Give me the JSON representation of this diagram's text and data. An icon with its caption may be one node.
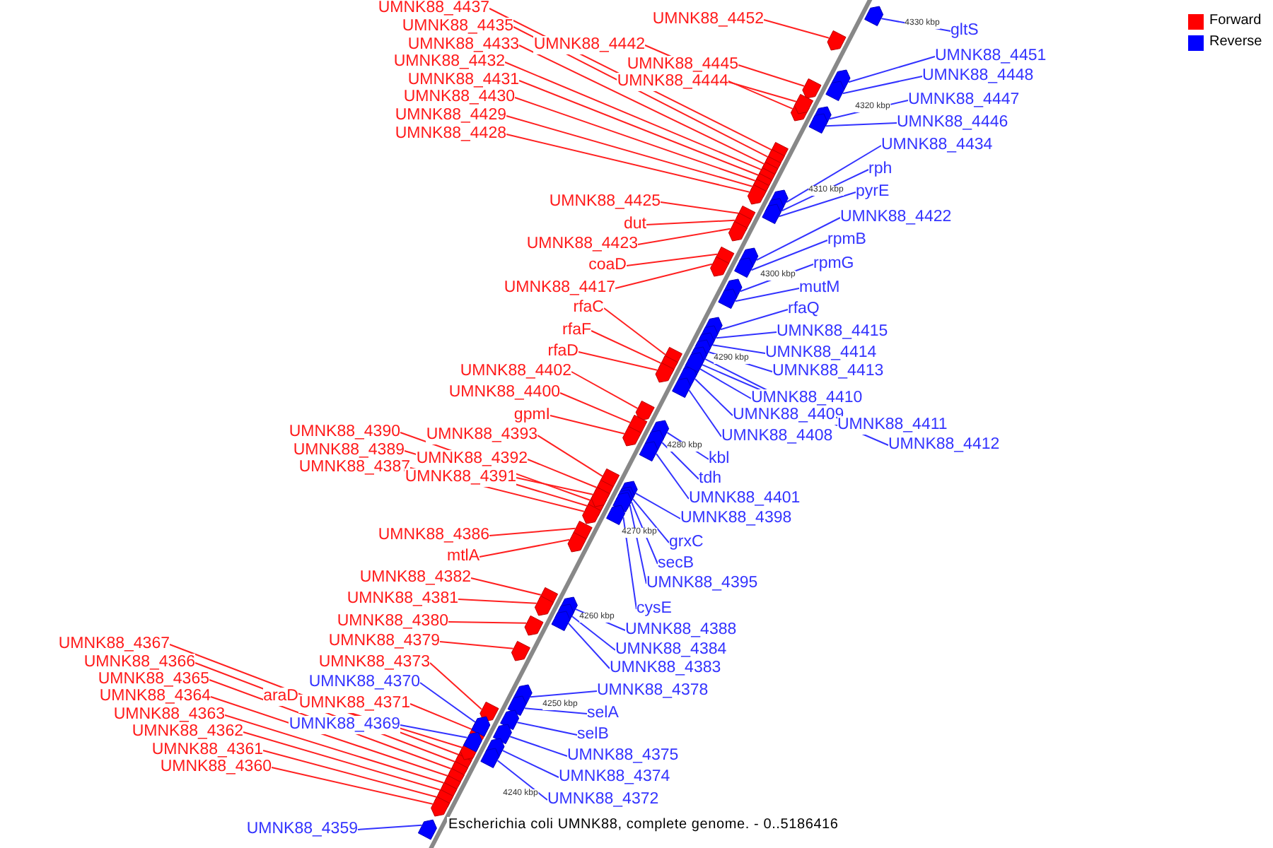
{
  "diagram": {
    "caption": "Escherichia coli UMNK88, complete genome. - 0..5186416",
    "nodes": [
      {
        "text": [
          "UMNK88_4437"
        ]
      },
      {
        "text": [
          "UMNK88_4435"
        ]
      },
      {
        "text": [
          "UMNK88_4433"
        ]
      },
      {
        "text": [
          "UMNK88_4432"
        ]
      },
      {
        "text": [
          "UMNK88_4431"
        ]
      },
      {
        "text": [
          "UMNK88_4430"
        ]
      },
      {
        "text": [
          "UMNK88_4429"
        ]
      },
      {
        "text": [
          "UMNK88_4428"
        ]
      },
      {
        "text": [
          "UMNK88_4442"
        ]
      },
      {
        "text": [
          "UMNK88_4452"
        ]
      },
      {
        "text": [
          "UMNK88_4445"
        ]
      },
      {
        "text": [
          "UMNK88_4444"
        ]
      },
      {
        "text": [
          "UMNK88_4425"
        ]
      },
      {
        "text": [
          "dut"
        ]
      },
      {
        "text": [
          "UMNK88_4423"
        ]
      },
      {
        "text": [
          "coaD"
        ]
      },
      {
        "text": [
          "UMNK88_4417"
        ]
      },
      {
        "text": [
          "rfaC"
        ]
      },
      {
        "text": [
          "rfaF"
        ]
      },
      {
        "text": [
          "rfaD"
        ]
      },
      {
        "text": [
          "UMNK88_4402"
        ]
      },
      {
        "text": [
          "UMNK88_4400"
        ]
      },
      {
        "text": [
          "gpmI"
        ]
      },
      {
        "text": [
          "UMNK88_4390"
        ]
      },
      {
        "text": [
          "UMNK88_4393"
        ]
      },
      {
        "text": [
          "UMNK88_4389"
        ]
      },
      {
        "text": [
          "UMNK88_4392"
        ]
      },
      {
        "text": [
          "UMNK88_4387"
        ]
      },
      {
        "text": [
          "UMNK88_4391"
        ]
      },
      {
        "text": [
          "UMNK88_4386"
        ]
      },
      {
        "text": [
          "mtlA"
        ]
      },
      {
        "text": [
          "UMNK88_4382"
        ]
      },
      {
        "text": [
          "UMNK88_4381"
        ]
      },
      {
        "text": [
          "UMNK88_4380"
        ]
      },
      {
        "text": [
          "UMNK88_4379"
        ]
      },
      {
        "text": [
          "UMNK88_4367"
        ]
      },
      {
        "text": [
          "UMNK88_4373"
        ]
      },
      {
        "text": [
          "UMNK88_4366"
        ]
      },
      {
        "text": [
          "UMNK88_4365"
        ]
      },
      {
        "text": [
          "UMNK88_4364"
        ]
      },
      {
        "text": [
          "araD"
        ]
      },
      {
        "text": [
          "UMNK88_4371"
        ]
      },
      {
        "text": [
          "UMNK88_4363"
        ]
      },
      {
        "text": [
          "UMNK88_4362"
        ]
      },
      {
        "text": [
          "UMNK88_4361"
        ]
      },
      {
        "text": [
          "UMNK88_4360"
        ]
      },
      {
        "text": [
          "UMNK88_4370"
        ]
      },
      {
        "text": [
          "UMNK88_4369"
        ]
      },
      {
        "text": [
          "UMNK88_4359"
        ]
      },
      {
        "text": [
          "gltS"
        ]
      },
      {
        "text": [
          "UMNK88_4451"
        ]
      },
      {
        "text": [
          "UMNK88_4448"
        ]
      },
      {
        "text": [
          "UMNK88_4447"
        ]
      },
      {
        "text": [
          "UMNK88_4446"
        ]
      },
      {
        "text": [
          "UMNK88_4434"
        ]
      },
      {
        "text": [
          "rph"
        ]
      },
      {
        "text": [
          "pyrE"
        ]
      },
      {
        "text": [
          "UMNK88_4422"
        ]
      },
      {
        "text": [
          "rpmB"
        ]
      },
      {
        "text": [
          "rpmG"
        ]
      },
      {
        "text": [
          "mutM"
        ]
      },
      {
        "text": [
          "rfaQ"
        ]
      },
      {
        "text": [
          "UMNK88_4415"
        ]
      },
      {
        "text": [
          "UMNK88_4414"
        ]
      },
      {
        "text": [
          "UMNK88_4413"
        ]
      },
      {
        "text": [
          "UMNK88_4410"
        ]
      },
      {
        "text": [
          "UMNK88_4409"
        ]
      },
      {
        "text": [
          "UMNK88_4411"
        ]
      },
      {
        "text": [
          "UMNK88_4412"
        ]
      },
      {
        "text": [
          "UMNK88_4408"
        ]
      },
      {
        "text": [
          "kbl"
        ]
      },
      {
        "text": [
          "tdh"
        ]
      },
      {
        "text": [
          "UMNK88_4401"
        ]
      },
      {
        "text": [
          "UMNK88_4398"
        ]
      },
      {
        "text": [
          "grxC"
        ]
      },
      {
        "text": [
          "secB"
        ]
      },
      {
        "text": [
          "UMNK88_4395"
        ]
      },
      {
        "text": [
          "cysE"
        ]
      },
      {
        "text": [
          "UMNK88_4388"
        ]
      },
      {
        "text": [
          "UMNK88_4384"
        ]
      },
      {
        "text": [
          "UMNK88_4383"
        ]
      },
      {
        "text": [
          "UMNK88_4378"
        ]
      },
      {
        "text": [
          "selA"
        ]
      },
      {
        "text": [
          "selB"
        ]
      },
      {
        "text": [
          "UMNK88_4375"
        ]
      },
      {
        "text": [
          "UMNK88_4374"
        ]
      },
      {
        "text": [
          "UMNK88_4372"
        ]
      },
      {
        "text": [],
        "shape": "arrow"
      },
      {
        "text": [],
        "shape": "arrow"
      },
      {
        "text": [],
        "shape": "arrow"
      },
      {
        "text": [],
        "shape": "arrow"
      },
      {
        "text": [],
        "shape": "arrow"
      },
      {
        "text": [],
        "shape": "arrow"
      },
      {
        "text": [],
        "shape": "arrow"
      },
      {
        "text": [],
        "shape": "arrow"
      },
      {
        "text": [],
        "shape": "arrow"
      },
      {
        "text": [],
        "shape": "arrow"
      },
      {
        "text": [],
        "shape": "arrow"
      },
      {
        "text": [],
        "shape": "arrow"
      },
      {
        "text": [],
        "shape": "arrow"
      },
      {
        "text": [],
        "shape": "arrow"
      },
      {
        "text": [],
        "shape": "arrow"
      },
      {
        "text": [],
        "shape": "arrow"
      },
      {
        "text": [],
        "shape": "arrow"
      },
      {
        "text": [],
        "shape": "arrow"
      },
      {
        "text": [],
        "shape": "arrow"
      },
      {
        "text": [],
        "shape": "arrow"
      },
      {
        "text": [],
        "shape": "arrow"
      },
      {
        "text": [],
        "shape": "arrow"
      },
      {
        "text": [],
        "shape": "arrow"
      },
      {
        "text": [],
        "shape": "arrow"
      },
      {
        "text": [],
        "shape": "arrow"
      },
      {
        "text": [],
        "shape": "arrow"
      },
      {
        "text": [],
        "shape": "arrow"
      },
      {
        "text": [],
        "shape": "arrow"
      },
      {
        "text": [],
        "shape": "arrow"
      },
      {
        "text": [],
        "shape": "arrow"
      },
      {
        "text": [],
        "shape": "arrow"
      },
      {
        "text": [],
        "shape": "arrow"
      },
      {
        "text": [],
        "shape": "arrow"
      },
      {
        "text": [],
        "shape": "arrow"
      },
      {
        "text": [],
        "shape": "arrow"
      },
      {
        "text": [],
        "shape": "arrow"
      },
      {
        "text": [],
        "shape": "arrow"
      },
      {
        "text": [],
        "shape": "arrow"
      },
      {
        "text": [],
        "shape": "arrow"
      },
      {
        "text": [],
        "shape": "arrow"
      },
      {
        "text": [],
        "shape": "arrow"
      },
      {
        "text": [],
        "shape": "arrow"
      },
      {
        "text": [],
        "shape": "arrow"
      },
      {
        "text": [],
        "shape": "arrow"
      },
      {
        "text": [],
        "shape": "arrow"
      },
      {
        "text": [],
        "shape": "arrow"
      },
      {
        "text": [],
        "shape": "arrow"
      },
      {
        "text": [],
        "shape": "arrow"
      },
      {
        "text": [],
        "shape": "arrow"
      },
      {
        "text": [],
        "shape": "arrow"
      },
      {
        "text": [],
        "shape": "arrow"
      },
      {
        "text": [],
        "shape": "arrow"
      },
      {
        "text": [],
        "shape": "arrow"
      },
      {
        "text": [],
        "shape": "arrow"
      },
      {
        "text": [],
        "shape": "arrow"
      },
      {
        "text": [],
        "shape": "arrow"
      },
      {
        "text": [],
        "shape": "arrow"
      },
      {
        "text": [],
        "shape": "arrow"
      },
      {
        "text": [],
        "shape": "arrow"
      },
      {
        "text": [],
        "shape": "arrow"
      },
      {
        "text": [],
        "shape": "arrow"
      },
      {
        "text": [],
        "shape": "arrow"
      },
      {
        "text": [],
        "shape": "arrow"
      },
      {
        "text": [],
        "shape": "arrow"
      },
      {
        "text": [],
        "shape": "arrow"
      },
      {
        "text": [],
        "shape": "arrow"
      },
      {
        "text": [],
        "shape": "arrow"
      },
      {
        "text": [],
        "shape": "arrow"
      },
      {
        "text": [],
        "shape": "arrow"
      },
      {
        "text": [],
        "shape": "arrow"
      },
      {
        "text": [],
        "shape": "arrow"
      },
      {
        "text": [],
        "shape": "arrow"
      },
      {
        "text": [],
        "shape": "arrow"
      },
      {
        "text": [],
        "shape": "arrow"
      },
      {
        "text": [],
        "shape": "arrow"
      },
      {
        "text": [],
        "shape": "arrow"
      },
      {
        "text": [],
        "shape": "arrow"
      },
      {
        "text": [],
        "shape": "arrow"
      },
      {
        "text": [],
        "shape": "arrow"
      },
      {
        "text": [],
        "shape": "arrow"
      },
      {
        "text": [],
        "shape": "arrow"
      },
      {
        "text": [],
        "shape": "arrow"
      },
      {
        "text": [],
        "shape": "arrow"
      },
      {
        "text": [],
        "shape": "arrow"
      },
      {
        "text": [],
        "shape": "arrow"
      },
      {
        "text": [],
        "shape": "arrow"
      },
      {
        "text": [],
        "shape": "arrow"
      }
    ],
    "edges": [
      {
        "from": 0,
        "to": 87,
        "arrow": "none"
      },
      {
        "from": 1,
        "to": 88,
        "arrow": "none"
      },
      {
        "from": 2,
        "to": 89,
        "arrow": "none"
      },
      {
        "from": 3,
        "to": 90,
        "arrow": "none"
      },
      {
        "from": 4,
        "to": 91,
        "arrow": "none"
      },
      {
        "from": 5,
        "to": 92,
        "arrow": "none"
      },
      {
        "from": 6,
        "to": 93,
        "arrow": "none"
      },
      {
        "from": 7,
        "to": 94,
        "arrow": "none"
      },
      {
        "from": 8,
        "to": 95,
        "arrow": "none"
      },
      {
        "from": 9,
        "to": 96,
        "arrow": "none"
      },
      {
        "from": 10,
        "to": 97,
        "arrow": "none"
      },
      {
        "from": 11,
        "to": 98,
        "arrow": "none"
      },
      {
        "from": 12,
        "to": 99,
        "arrow": "none"
      },
      {
        "from": 13,
        "to": 100,
        "arrow": "none"
      },
      {
        "from": 14,
        "to": 101,
        "arrow": "none"
      },
      {
        "from": 15,
        "to": 102,
        "arrow": "none"
      },
      {
        "from": 16,
        "to": 103,
        "arrow": "none"
      },
      {
        "from": 17,
        "to": 104,
        "arrow": "none"
      },
      {
        "from": 18,
        "to": 105,
        "arrow": "none"
      },
      {
        "from": 19,
        "to": 106,
        "arrow": "none"
      },
      {
        "from": 20,
        "to": 107,
        "arrow": "none"
      },
      {
        "from": 21,
        "to": 108,
        "arrow": "none"
      },
      {
        "from": 22,
        "to": 109,
        "arrow": "none"
      },
      {
        "from": 23,
        "to": 110,
        "arrow": "none"
      },
      {
        "from": 24,
        "to": 111,
        "arrow": "none"
      },
      {
        "from": 25,
        "to": 112,
        "arrow": "none"
      },
      {
        "from": 26,
        "to": 113,
        "arrow": "none"
      },
      {
        "from": 27,
        "to": 114,
        "arrow": "none"
      },
      {
        "from": 28,
        "to": 115,
        "arrow": "none"
      },
      {
        "from": 29,
        "to": 116,
        "arrow": "none"
      },
      {
        "from": 30,
        "to": 117,
        "arrow": "none"
      },
      {
        "from": 31,
        "to": 118,
        "arrow": "none"
      },
      {
        "from": 32,
        "to": 119,
        "arrow": "none"
      },
      {
        "from": 33,
        "to": 120,
        "arrow": "none"
      },
      {
        "from": 34,
        "to": 121,
        "arrow": "none"
      },
      {
        "from": 35,
        "to": 122,
        "arrow": "none"
      },
      {
        "from": 36,
        "to": 123,
        "arrow": "none"
      },
      {
        "from": 37,
        "to": 124,
        "arrow": "none"
      },
      {
        "from": 38,
        "to": 125,
        "arrow": "none"
      },
      {
        "from": 39,
        "to": 126,
        "arrow": "none"
      },
      {
        "from": 40,
        "to": 127,
        "arrow": "none"
      },
      {
        "from": 41,
        "to": 128,
        "arrow": "none"
      },
      {
        "from": 42,
        "to": 129,
        "arrow": "none"
      },
      {
        "from": 43,
        "to": 130,
        "arrow": "none"
      },
      {
        "from": 44,
        "to": 131,
        "arrow": "none"
      },
      {
        "from": 45,
        "to": 132,
        "arrow": "none"
      },
      {
        "from": 46,
        "to": 133,
        "arrow": "none",
        "color": "#3333ff"
      },
      {
        "from": 47,
        "to": 134,
        "arrow": "none",
        "color": "#3333ff"
      },
      {
        "from": 48,
        "to": 135,
        "arrow": "none",
        "color": "#3333ff"
      },
      {
        "from": 49,
        "to": 136,
        "arrow": "none",
        "color": "#3333ff"
      },
      {
        "from": 50,
        "to": 137,
        "arrow": "none",
        "color": "#3333ff"
      },
      {
        "from": 51,
        "to": 138,
        "arrow": "none",
        "color": "#3333ff"
      },
      {
        "from": 52,
        "to": 139,
        "arrow": "none",
        "color": "#3333ff"
      },
      {
        "from": 53,
        "to": 140,
        "arrow": "none",
        "color": "#3333ff"
      },
      {
        "from": 54,
        "to": 141,
        "arrow": "none",
        "color": "#3333ff"
      },
      {
        "from": 55,
        "to": 142,
        "arrow": "none",
        "color": "#3333ff"
      },
      {
        "from": 56,
        "to": 143,
        "arrow": "none",
        "color": "#3333ff"
      },
      {
        "from": 57,
        "to": 144,
        "arrow": "none",
        "color": "#3333ff"
      },
      {
        "from": 58,
        "to": 145,
        "arrow": "none",
        "color": "#3333ff"
      },
      {
        "from": 59,
        "to": 146,
        "arrow": "none",
        "color": "#3333ff"
      },
      {
        "from": 60,
        "to": 147,
        "arrow": "none",
        "color": "#3333ff"
      },
      {
        "from": 61,
        "to": 148,
        "arrow": "none",
        "color": "#3333ff"
      },
      {
        "from": 62,
        "to": 149,
        "arrow": "none",
        "color": "#3333ff"
      },
      {
        "from": 63,
        "to": 150,
        "arrow": "none",
        "color": "#3333ff"
      },
      {
        "from": 64,
        "to": 151,
        "arrow": "none",
        "color": "#3333ff"
      },
      {
        "from": 65,
        "to": 152,
        "arrow": "none",
        "color": "#3333ff"
      },
      {
        "from": 66,
        "to": 153,
        "arrow": "none",
        "color": "#3333ff"
      },
      {
        "from": 67,
        "to": 154,
        "arrow": "none",
        "color": "#3333ff"
      },
      {
        "from": 68,
        "to": 155,
        "arrow": "none",
        "color": "#3333ff"
      },
      {
        "from": 69,
        "to": 156,
        "arrow": "none",
        "color": "#3333ff"
      },
      {
        "from": 70,
        "to": 157,
        "arrow": "none",
        "color": "#3333ff"
      },
      {
        "from": 71,
        "to": 158,
        "arrow": "none",
        "color": "#3333ff"
      },
      {
        "from": 72,
        "to": 159,
        "arrow": "none",
        "color": "#3333ff"
      },
      {
        "from": 73,
        "to": 160,
        "arrow": "none",
        "color": "#3333ff"
      },
      {
        "from": 74,
        "to": 161,
        "arrow": "none",
        "color": "#3333ff"
      },
      {
        "from": 75,
        "to": 162,
        "arrow": "none",
        "color": "#3333ff"
      },
      {
        "from": 76,
        "to": 163,
        "arrow": "none",
        "color": "#3333ff"
      },
      {
        "from": 77,
        "to": 164,
        "arrow": "none",
        "color": "#3333ff"
      },
      {
        "from": 78,
        "to": 165,
        "arrow": "none",
        "color": "#3333ff"
      },
      {
        "from": 79,
        "to": 166,
        "arrow": "none",
        "color": "#3333ff"
      },
      {
        "from": 80,
        "to": 167,
        "arrow": "none",
        "color": "#3333ff"
      },
      {
        "from": 81,
        "to": 168,
        "arrow": "none",
        "color": "#3333ff"
      },
      {
        "from": 82,
        "to": 169,
        "arrow": "none",
        "color": "#3333ff"
      },
      {
        "from": 83,
        "to": 170,
        "arrow": "none",
        "color": "#3333ff"
      },
      {
        "from": 84,
        "to": 171,
        "arrow": "none",
        "color": "#3333ff"
      },
      {
        "from": 85,
        "to": 172,
        "arrow": "none",
        "color": "#3333ff"
      },
      {
        "from": 86,
        "to": 173,
        "arrow": "none",
        "color": "#3333ff"
      }
    ],
    "labels": [
      "4330 kbp",
      "4320 kbp",
      "4310 kbp",
      "4300 kbp",
      "4290 kbp",
      "4280 kbp",
      "4270 kbp",
      "4260 kbp",
      "4250 kbp",
      "4240 kbp"
    ],
    "legend": [
      {
        "text": "Forward",
        "color": "#ff0000"
      },
      {
        "text": "Reverse",
        "color": "#0000ff"
      }
    ]
  }
}
